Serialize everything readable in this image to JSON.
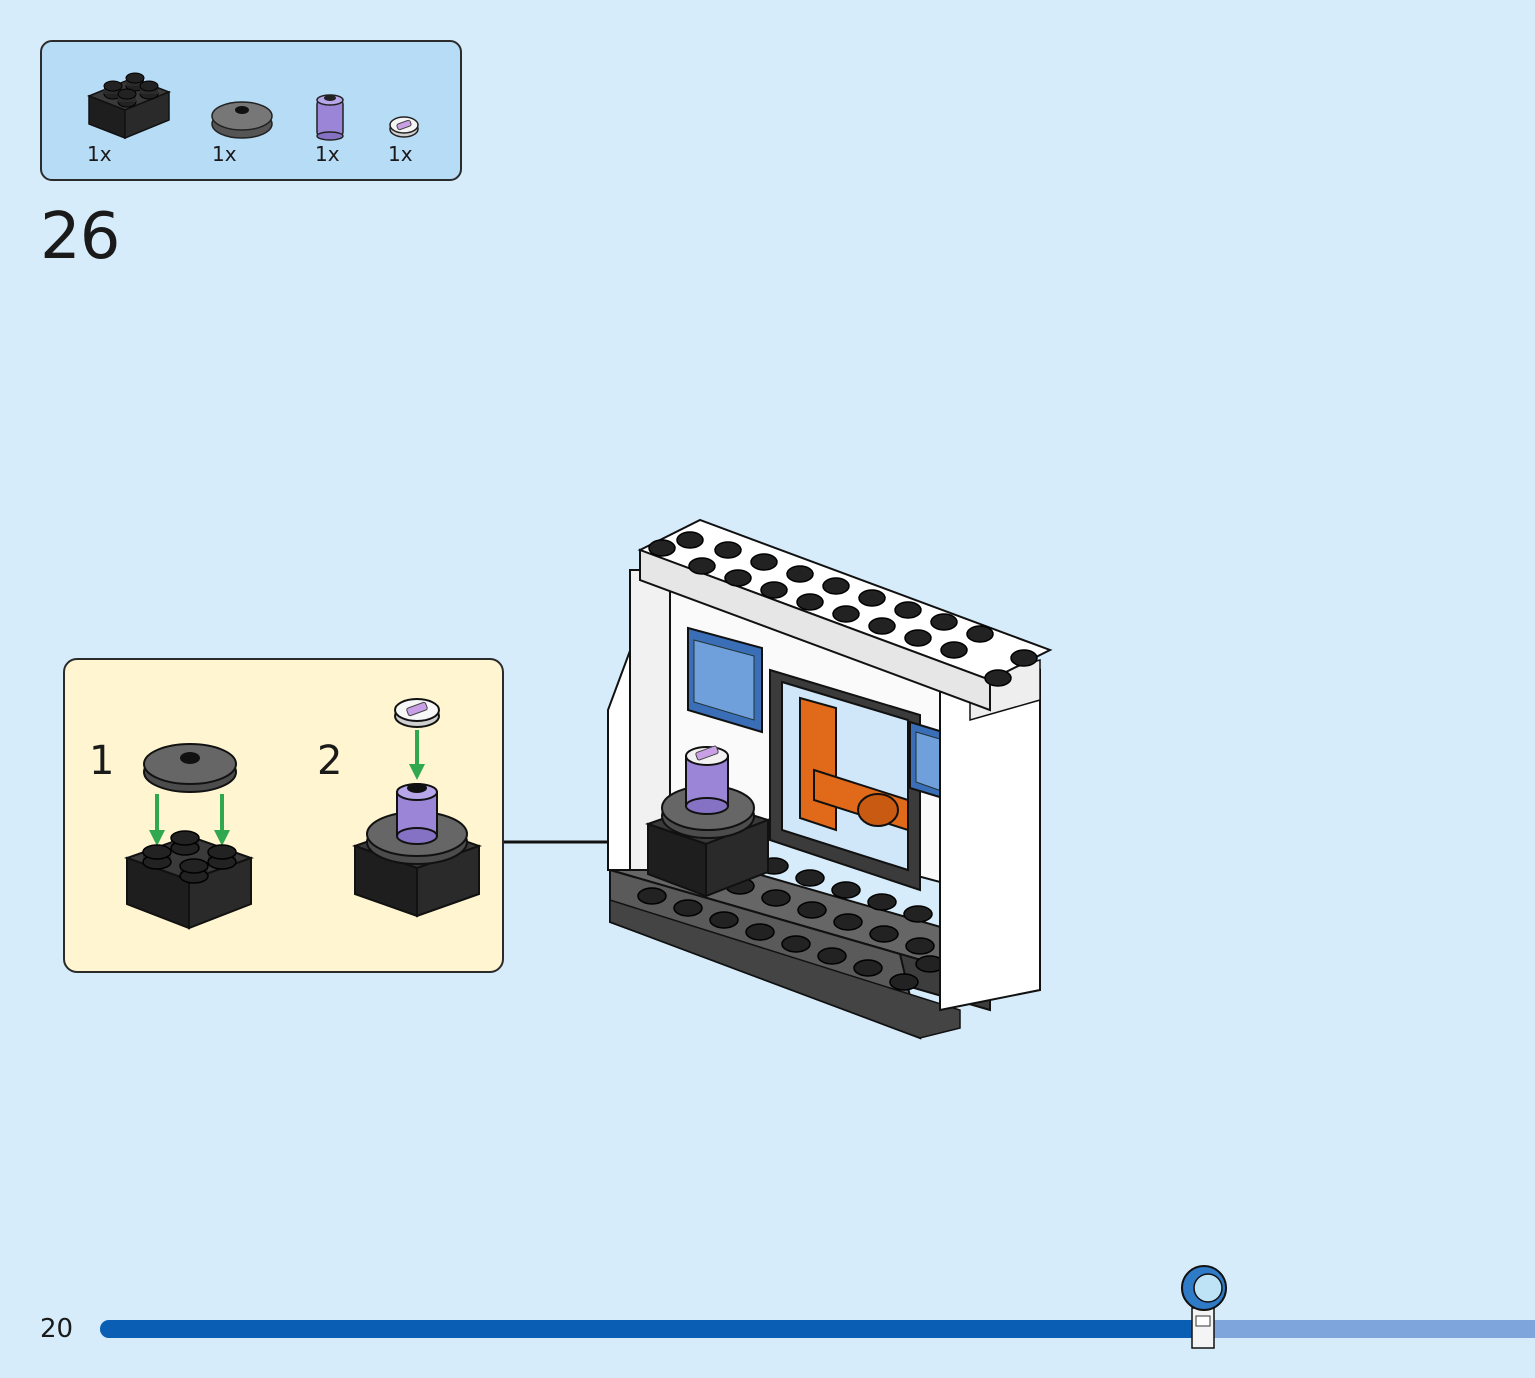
{
  "parts_list": {
    "items": [
      {
        "name": "black-brick-2x2-icon",
        "qty": "1x"
      },
      {
        "name": "dark-gray-round-plate-icon",
        "qty": "1x"
      },
      {
        "name": "lavender-round-brick-icon",
        "qty": "1x"
      },
      {
        "name": "printed-round-tile-icon",
        "qty": "1x"
      }
    ]
  },
  "step": {
    "number": "26"
  },
  "sub_assembly": {
    "steps": [
      {
        "number": "1"
      },
      {
        "number": "2"
      }
    ]
  },
  "footer": {
    "page_number": "20",
    "progress": 0.77
  },
  "colors": {
    "background": "#d6ecfa",
    "parts_box": "#b7dcf6",
    "sub_box": "#fff5d0",
    "arrow_green": "#2fa84f",
    "progress_fill": "#0a5fb4",
    "progress_track": "#7ea6dc",
    "orange": "#e06a1a"
  }
}
